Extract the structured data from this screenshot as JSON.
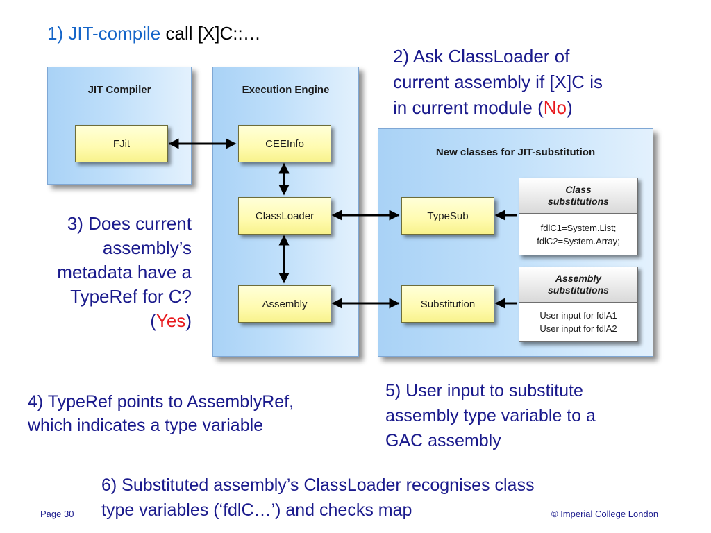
{
  "step1": {
    "jit": "1) JIT-compile",
    "rest": " call [X]C::…"
  },
  "step2": {
    "line1": "2) Ask ClassLoader of",
    "line2": "current assembly if [X]C is",
    "line3_pre": "in current module (",
    "answer": "No",
    "line3_post": ")"
  },
  "step3": {
    "line1": "3) Does current",
    "line2": "assembly’s",
    "line3": "metadata have a",
    "line4": "TypeRef for C?",
    "pre": "(",
    "answer": "Yes",
    "post": ")"
  },
  "step4": {
    "line1": "4) TypeRef points to AssemblyRef,",
    "line2": "which indicates a type variable"
  },
  "step5": {
    "line1": "5) User input to substitute",
    "line2": "assembly type variable to a",
    "line3": "GAC assembly"
  },
  "step6": {
    "line1": "6) Substituted assembly’s ClassLoader recognises class",
    "line2": "type variables (‘fdlC…’) and checks map"
  },
  "panels": {
    "jit_compiler": "JIT Compiler",
    "execution_engine": "Execution Engine",
    "new_classes": "New classes for JIT-substitution"
  },
  "boxes": {
    "fjit": "FJit",
    "ceeinfo": "CEEInfo",
    "classloader": "ClassLoader",
    "assembly": "Assembly",
    "typesub": "TypeSub",
    "substitution": "Substitution"
  },
  "class_subs": {
    "header1": "Class",
    "header2": "substitutions",
    "row1": "fdlC1=System.List;",
    "row2": "fdlC2=System.Array;"
  },
  "assembly_subs": {
    "header1": "Assembly",
    "header2": "substitutions",
    "row1": "User input for fdlA1",
    "row2": "User input for fdlA2"
  },
  "footer": {
    "page": "Page 30",
    "copyright": "© Imperial College London"
  },
  "colors": {
    "text": "#1a1a8c",
    "answer": "#e8191e",
    "box_fill": "#fffbb0",
    "panel_fill": "#bfdffa"
  }
}
